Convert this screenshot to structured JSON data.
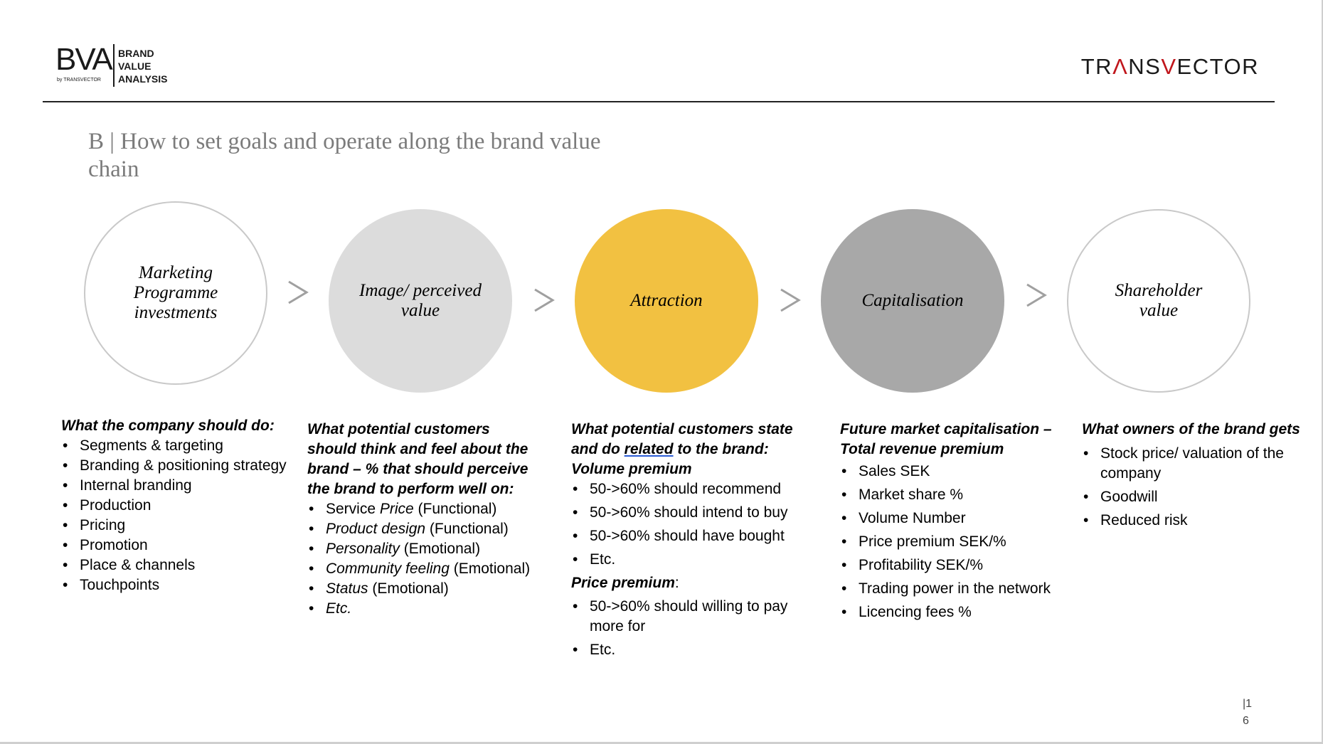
{
  "header": {
    "bva_mark": "BVA",
    "bva_by": "by TRANSVECTOR",
    "bva_words": [
      "BRAND",
      "VALUE",
      "ANALYSIS"
    ],
    "transvector_pre": "TR",
    "transvector_accent": "Λ",
    "transvector_mid": "NS",
    "transvector_accent2": "V",
    "transvector_post": "ECTOR"
  },
  "title": "B | How to set goals and operate along the brand value chain",
  "chain": [
    {
      "label": "Marketing Programme investments"
    },
    {
      "label": "Image/ perceived value"
    },
    {
      "label": "Attraction"
    },
    {
      "label": "Capitalisation"
    },
    {
      "label": "Shareholder value"
    }
  ],
  "colors": {
    "attraction": "#f2c141",
    "capitalisation": "#a8a8a8",
    "image": "#dcdcdc",
    "accent_red": "#c0161c"
  },
  "columns": {
    "marketing": {
      "head": "What the company should do:",
      "items": [
        "Segments & targeting",
        "Branding & positioning strategy",
        "Internal branding",
        "Production",
        "Pricing",
        "Promotion",
        "Place & channels",
        "Touchpoints"
      ]
    },
    "image": {
      "head": "What potential customers should think and feel about the brand – % that should perceive the brand to perform well on:",
      "items": [
        {
          "em": "Service ",
          "em2": "Price",
          "rest": " (Functional)"
        },
        {
          "em": "Product design",
          "rest": " (Functional)"
        },
        {
          "em": "Personality",
          "rest": " (Emotional)"
        },
        {
          "em": "Community feeling",
          "rest": " (Emotional)"
        },
        {
          "em": "Status",
          "rest": " (Emotional)"
        },
        {
          "em": "Etc.",
          "rest": ""
        }
      ]
    },
    "attraction": {
      "head_pre": "What potential customers state and do ",
      "head_link": "related",
      "head_post": " to the brand:",
      "volume_head": "Volume premium",
      "volume_items": [
        "50->60% should recommend",
        "50->60% should intend to buy",
        "50->60% should have bought",
        "Etc."
      ],
      "price_head": "Price premium",
      "price_colon": ":",
      "price_items": [
        "50->60% should willing to pay more for",
        " Etc."
      ]
    },
    "capitalisation": {
      "head": "Future market capitalisation – Total revenue premium",
      "items": [
        "Sales SEK",
        "Market share %",
        "Volume Number",
        "Price premium SEK/%",
        "Profitability SEK/%",
        "Trading power in the network",
        "Licencing fees %"
      ]
    },
    "shareholder": {
      "head": "What owners of the brand gets",
      "items": [
        "Stock price/ valuation of the company",
        "Goodwill",
        "Reduced risk"
      ]
    }
  },
  "page_number_top": "|1",
  "page_number_bottom": "6"
}
